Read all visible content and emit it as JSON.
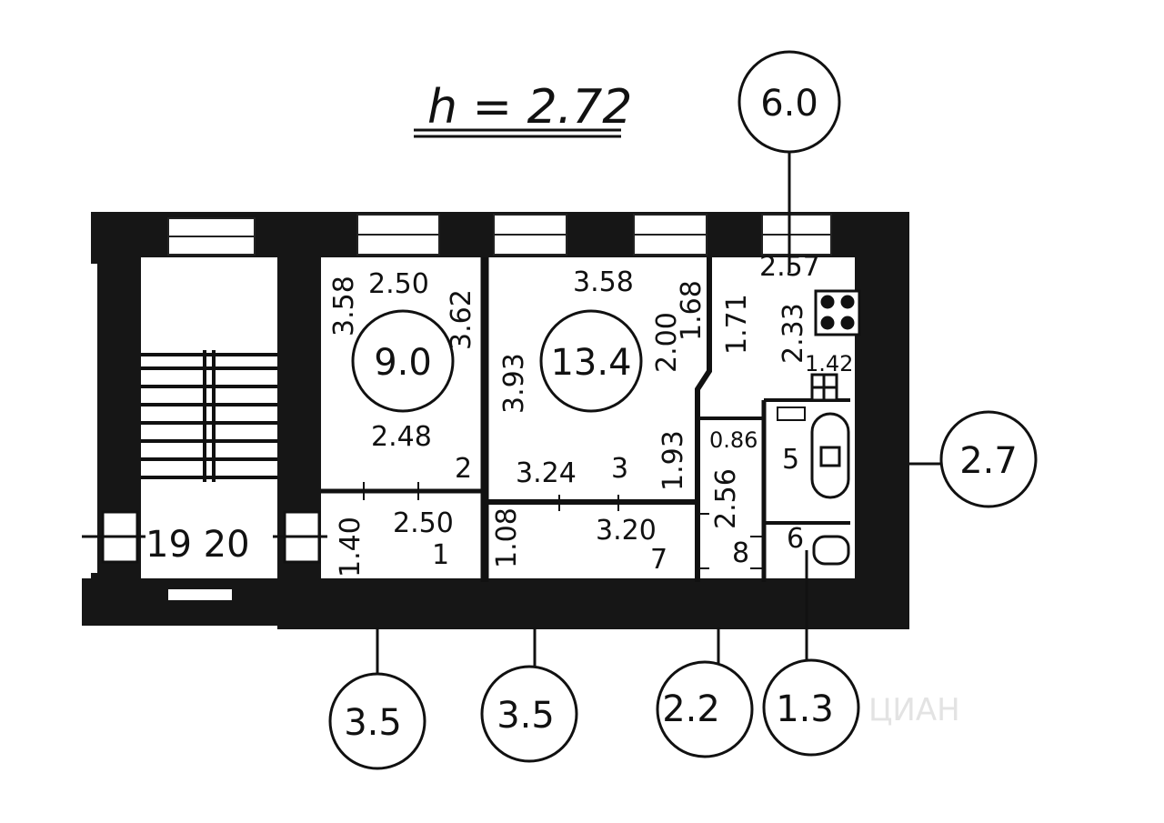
{
  "ceiling_height": "h = 2.72",
  "circles": {
    "top": "6.0",
    "right": "2.7",
    "bottom_1": "3.5",
    "bottom_2": "3.5",
    "bottom_3": "2.2",
    "bottom_4": "1.3",
    "room_2_area": "9.0",
    "room_3_area": "13.4"
  },
  "stair_numbers": "19 20",
  "watermark": "ЦИАН",
  "room_numbers": {
    "r1": "1",
    "r2": "2",
    "r3": "3",
    "r5": "5",
    "r6": "6",
    "r7": "7",
    "r8": "8"
  },
  "dimensions": {
    "r2_top_left": "3.58",
    "r2_top": "2.50",
    "r2_right": "3.62",
    "r2_bottom": "2.48",
    "r3_top": "3.58",
    "r3_left": "3.93",
    "r3_right_a": "2.00",
    "r3_right_b": "1.68",
    "r3_right_c": "1.93",
    "r3_bottom": "3.24",
    "kitchen_left": "1.71",
    "kitchen_top": "2.57",
    "kitchen_side": "2.33",
    "kitchen_small": "1.42",
    "bath_small": "0.86",
    "bath_left": "2.56",
    "r1_left": "1.40",
    "r1_top": "2.50",
    "r7_left": "1.08",
    "r7_top": "3.20"
  }
}
